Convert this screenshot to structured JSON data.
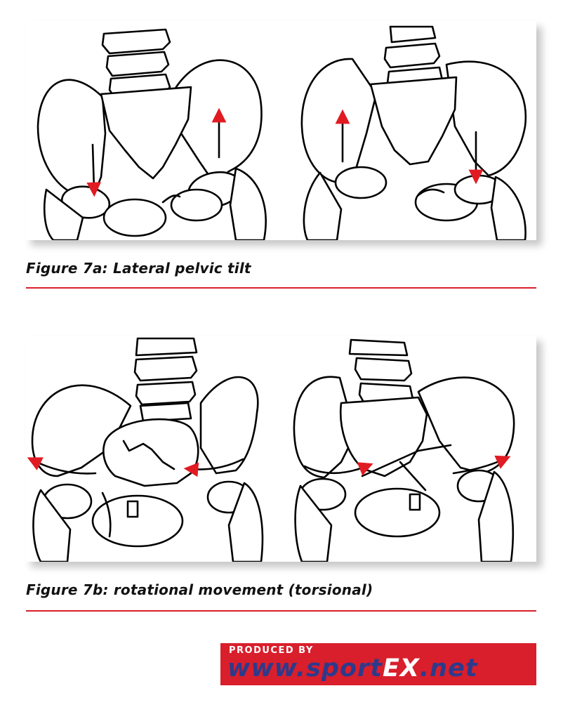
{
  "figure_a": {
    "caption": "Figure 7a: Lateral pelvic tilt"
  },
  "figure_b": {
    "caption": "Figure 7b: rotational movement (torsional)"
  },
  "logo": {
    "produced_by": "PRODUCED BY",
    "url_prefix": "www.sport",
    "url_brand": "EX",
    "url_suffix": ".net"
  },
  "colors": {
    "accent_red": "#d91f2b",
    "logo_url_blue": "#2d3a8c",
    "logo_brand": "#ffffff",
    "line": "#000000"
  },
  "icons": [
    "pelvis-illustration",
    "arrow-down-icon",
    "arrow-up-icon",
    "curved-arrow-icon",
    "sportex-logo"
  ]
}
